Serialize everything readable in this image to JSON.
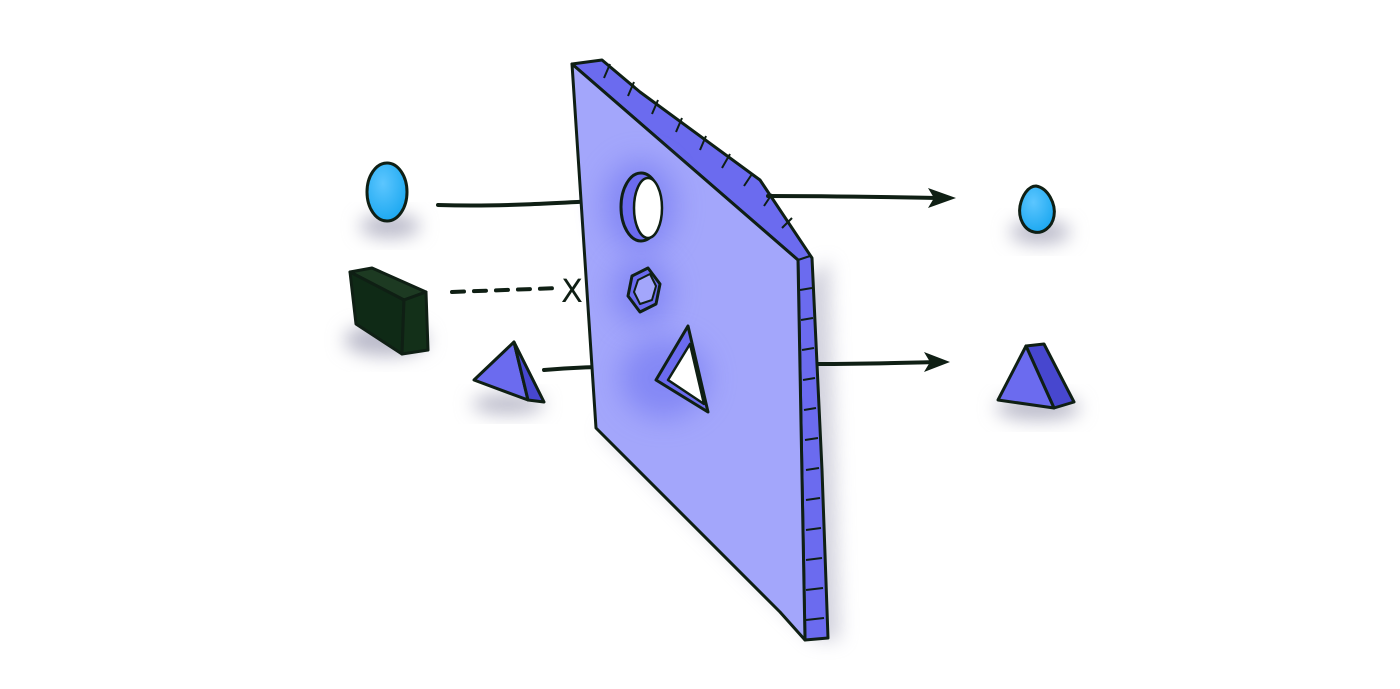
{
  "diagram": {
    "rejected_marker": "X"
  },
  "colors": {
    "background": "#ffffff",
    "ink": "#0f1f14",
    "panel_face": "#a3a6fb",
    "panel_glow": "#7f83f4",
    "panel_edge": "#6b6bef",
    "panel_edge_dark": "#5050d8",
    "sphere": "#1aa7f0",
    "sphere_shadow": "#0b86cf",
    "cube_dark": "#0f2a16",
    "cube_top": "#1d3a22",
    "pyramid_face": "#6b6bef",
    "pyramid_side": "#4747cf",
    "shadow": "#b9b9c9"
  },
  "elements": [
    "sphere-input",
    "cube-input",
    "pyramid-input",
    "filter-panel",
    "circle-hole",
    "hexagon-hole",
    "triangle-hole",
    "sphere-output",
    "pyramid-output"
  ]
}
